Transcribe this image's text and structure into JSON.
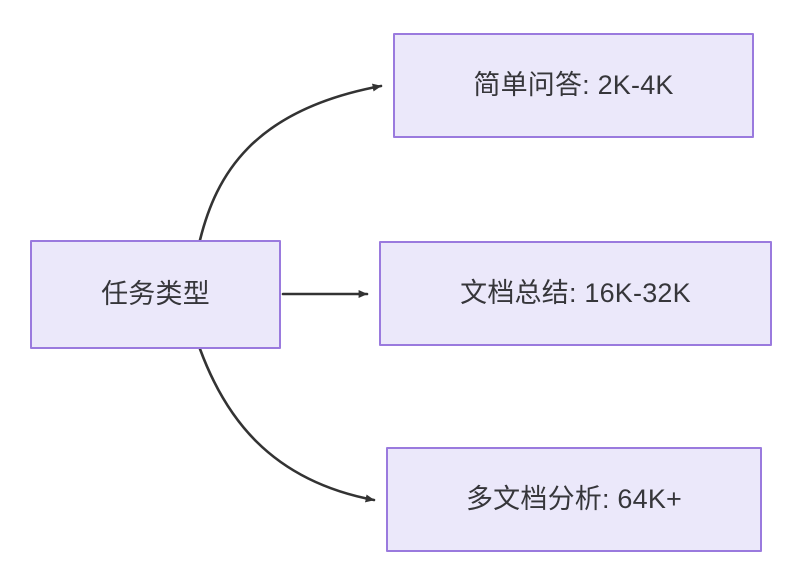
{
  "diagram": {
    "title": "任务类型",
    "type": "flowchart",
    "direction": "left-to-right",
    "background_color": "#ffffff",
    "node_fill_color": "#ebe8fa",
    "node_border_color": "#9a7ade",
    "node_text_color": "#36363a",
    "edge_color": "#333333",
    "nodes": [
      {
        "id": "source",
        "label": "任务类型",
        "role": "root"
      },
      {
        "id": "simple-qa",
        "label": "简单问答: 2K-4K",
        "role": "leaf"
      },
      {
        "id": "doc-summary",
        "label": "文档总结: 16K-32K",
        "role": "leaf"
      },
      {
        "id": "multi-doc",
        "label": "多文档分析: 64K+",
        "role": "leaf"
      }
    ],
    "edges": [
      {
        "id": "edge-source-simple-qa",
        "from": "任务类型",
        "to": "简单问答: 2K-4K",
        "shape": "curved",
        "arrowhead": "solid-triangle"
      },
      {
        "id": "edge-source-doc-summary",
        "from": "任务类型",
        "to": "文档总结: 16K-32K",
        "shape": "straight",
        "arrowhead": "solid-triangle"
      },
      {
        "id": "edge-source-multi-doc",
        "from": "任务类型",
        "to": "多文档分析: 64K+",
        "shape": "curved",
        "arrowhead": "solid-triangle"
      }
    ]
  }
}
